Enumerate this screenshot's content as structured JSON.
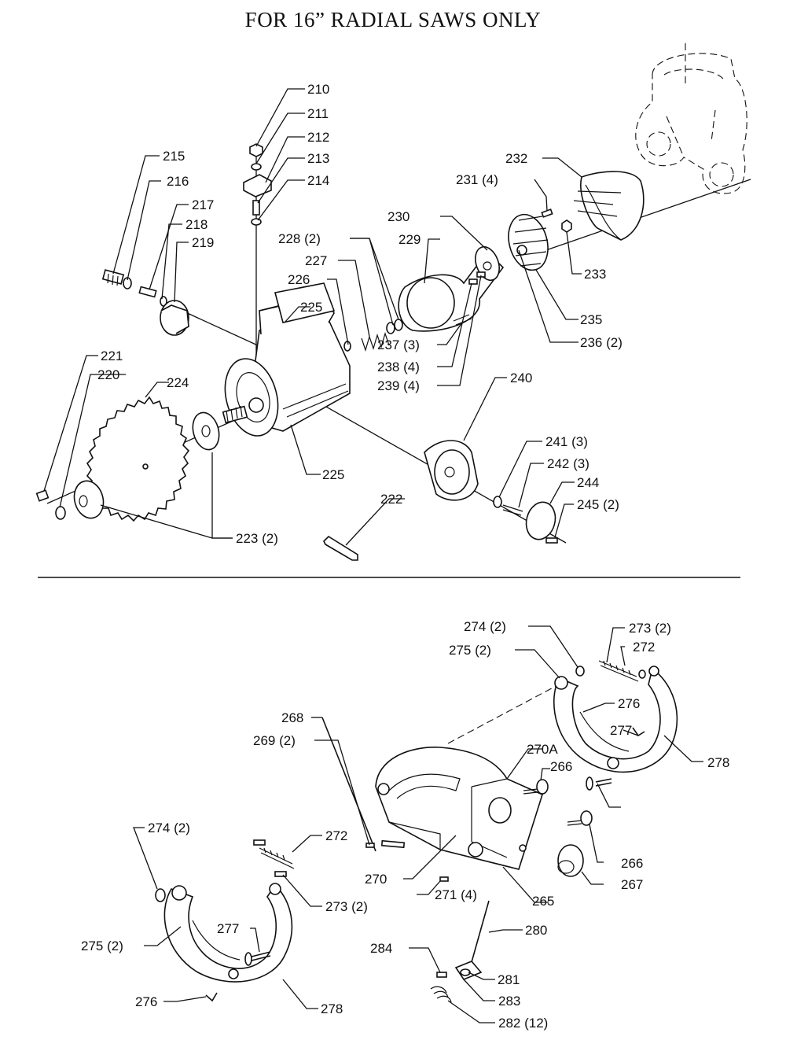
{
  "title": "FOR 16” RADIAL SAWS ONLY",
  "upper_callouts": [
    "210",
    "211",
    "212",
    "213",
    "214",
    "215",
    "216",
    "217",
    "218",
    "219",
    "220",
    "221",
    "222",
    "223 (2)",
    "224",
    "225",
    "225",
    "226",
    "227",
    "228 (2)",
    "229",
    "230",
    "231 (4)",
    "232",
    "233",
    "235",
    "236 (2)",
    "237 (3)",
    "238 (4)",
    "239 (4)",
    "240",
    "241 (3)",
    "242 (3)",
    "244",
    "245 (2)"
  ],
  "lower_callouts": [
    "265",
    "266",
    "266",
    "267",
    "268",
    "269 (2)",
    "270",
    "270A",
    "271 (4)",
    "272",
    "272",
    "273 (2)",
    "273 (2)",
    "274 (2)",
    "274 (2)",
    "275 (2)",
    "275 (2)",
    "276",
    "276",
    "277",
    "277",
    "278",
    "278",
    "280",
    "281",
    "282 (12)",
    "283",
    "284"
  ]
}
